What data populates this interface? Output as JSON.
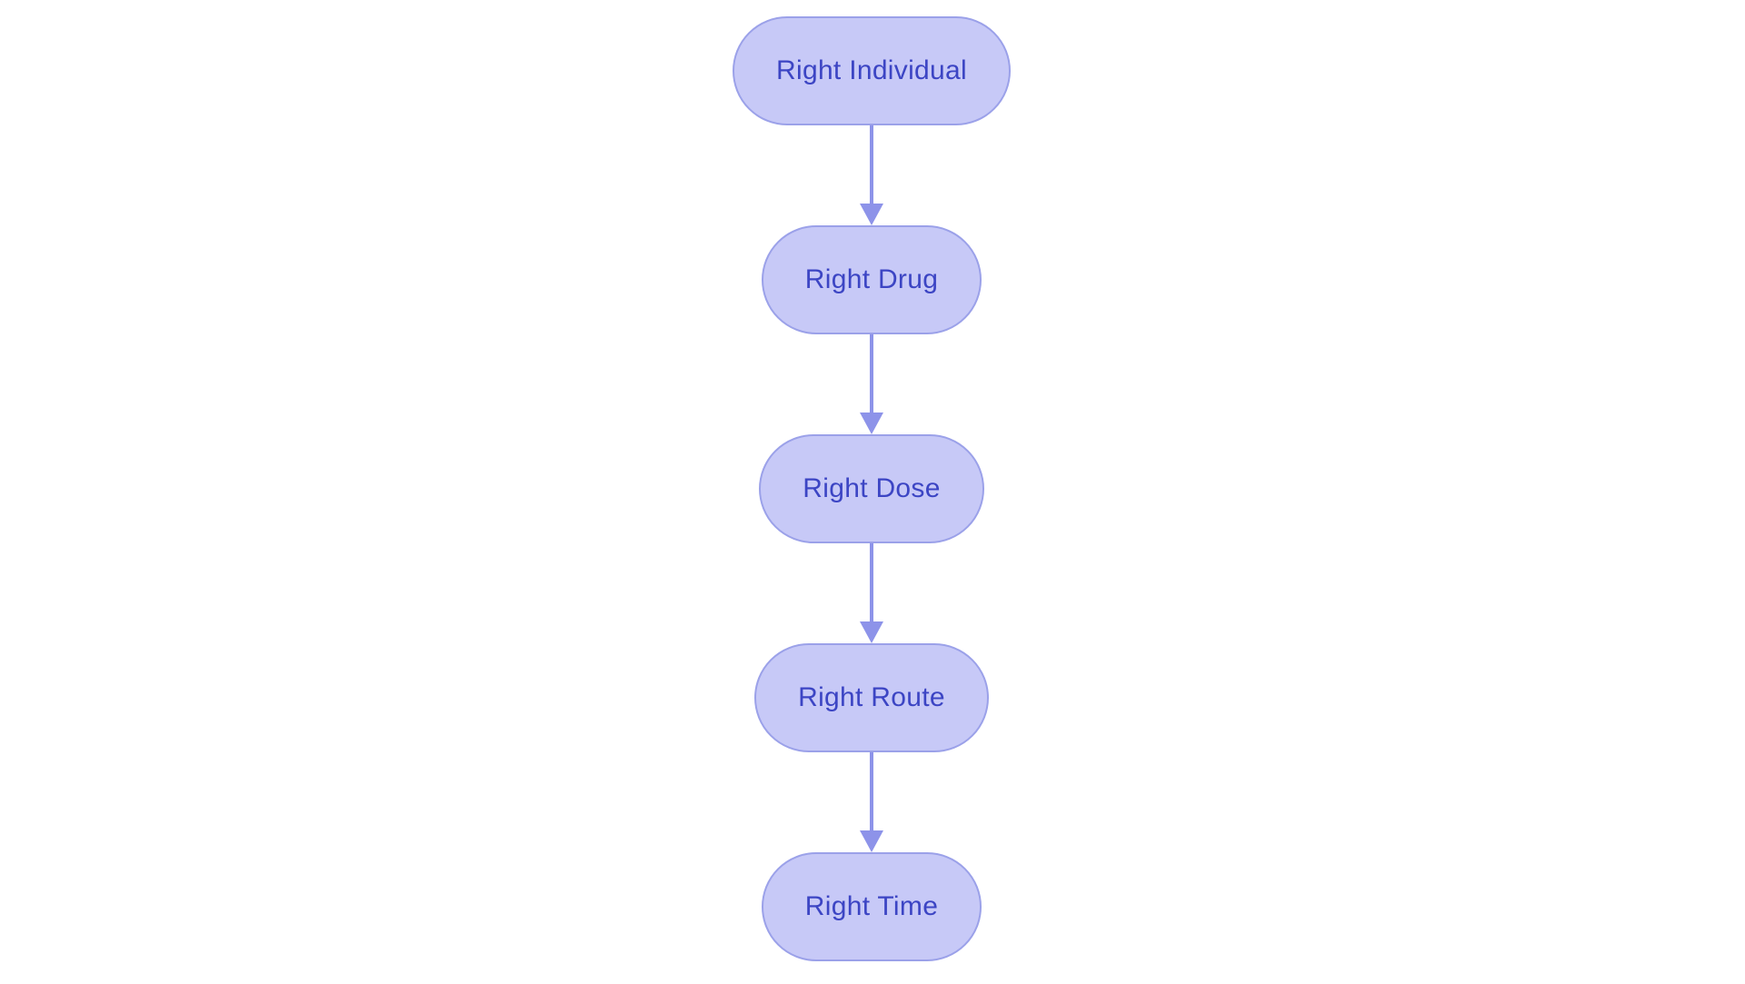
{
  "flowchart": {
    "type": "flowchart",
    "direction": "top-down",
    "nodes": [
      {
        "label": "Right Individual"
      },
      {
        "label": "Right Drug"
      },
      {
        "label": "Right Dose"
      },
      {
        "label": "Right Route"
      },
      {
        "label": "Right Time"
      }
    ],
    "edges": [
      {
        "from": 0,
        "to": 1
      },
      {
        "from": 1,
        "to": 2
      },
      {
        "from": 2,
        "to": 3
      },
      {
        "from": 3,
        "to": 4
      }
    ],
    "style": {
      "background": "#ffffff",
      "node_fill": "#c7c9f7",
      "node_border": "#9ba1e9",
      "node_text": "#3c45c4",
      "arrow": "#8d93e9"
    }
  }
}
